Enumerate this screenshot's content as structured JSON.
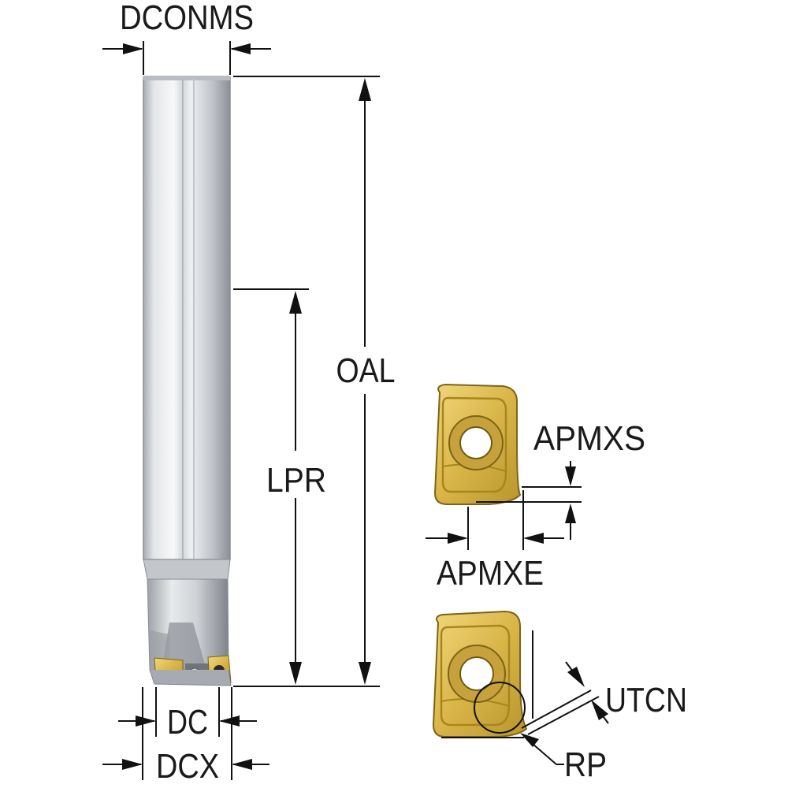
{
  "labels": {
    "dconms": "DCONMS",
    "oal": "OAL",
    "lpr": "LPR",
    "apmxs": "APMXS",
    "apmxe": "APMXE",
    "dc": "DC",
    "dcx": "DCX",
    "utcn": "UTCN",
    "rp": "RP"
  },
  "colors": {
    "shank_light": "#f2f3f5",
    "shank_mid": "#c9ccd1",
    "shank_dark": "#8e9299",
    "insert_gold": "#e2c25a",
    "insert_gold_dark": "#9c7f1f",
    "line": "#111111"
  }
}
